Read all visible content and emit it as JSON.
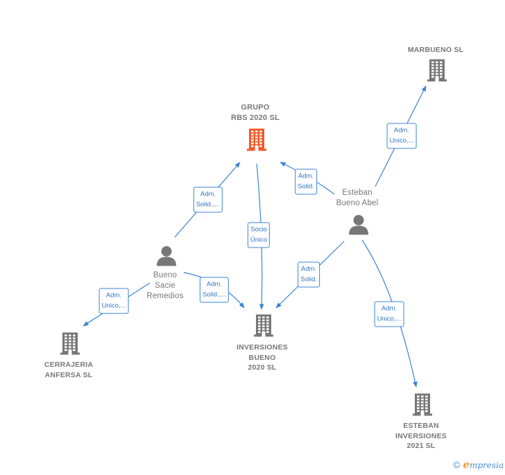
{
  "colors": {
    "edge": "#3b83d6",
    "node_gray": "#777777",
    "node_highlight": "#f05a28"
  },
  "nodes": [
    {
      "id": "grupo_rbs",
      "type": "company",
      "label": "GRUPO\nRBS 2020  SL",
      "highlight": true
    },
    {
      "id": "marbueno",
      "type": "company",
      "label": "MARBUENO SL",
      "highlight": false
    },
    {
      "id": "inversiones_bueno",
      "type": "company",
      "label": "INVERSIONES\nBUENO\n2020  SL",
      "highlight": false
    },
    {
      "id": "cerrajeria",
      "type": "company",
      "label": "CERRAJERIA\nANFERSA SL",
      "highlight": false
    },
    {
      "id": "esteban_inversiones",
      "type": "company",
      "label": "ESTEBAN\nINVERSIONES\n2021  SL",
      "highlight": false
    },
    {
      "id": "esteban_bueno_abel",
      "type": "person",
      "label": "Esteban\nBueno Abel"
    },
    {
      "id": "bueno_sacie_remedios",
      "type": "person",
      "label": "Bueno\nSacie\nRemedios"
    }
  ],
  "edges": [
    {
      "from": "bueno_sacie_remedios",
      "to": "grupo_rbs",
      "label": "Adm.\nSolid.,..."
    },
    {
      "from": "grupo_rbs",
      "to": "inversiones_bueno",
      "label": "Socio\nÚnico"
    },
    {
      "from": "esteban_bueno_abel",
      "to": "grupo_rbs",
      "label": "Adm.\nSolid."
    },
    {
      "from": "esteban_bueno_abel",
      "to": "marbueno",
      "label": "Adm.\nUnico,..."
    },
    {
      "from": "esteban_bueno_abel",
      "to": "inversiones_bueno",
      "label": "Adm.\nSolid."
    },
    {
      "from": "bueno_sacie_remedios",
      "to": "inversiones_bueno",
      "label": "Adm.\nSolid.,..."
    },
    {
      "from": "bueno_sacie_remedios",
      "to": "cerrajeria",
      "label": "Adm.\nUnico,..."
    },
    {
      "from": "esteban_bueno_abel",
      "to": "esteban_inversiones",
      "label": "Adm.\nUnico,..."
    }
  ],
  "brand": {
    "copyright": "©",
    "first_letter": "e",
    "rest": "mpresia"
  }
}
